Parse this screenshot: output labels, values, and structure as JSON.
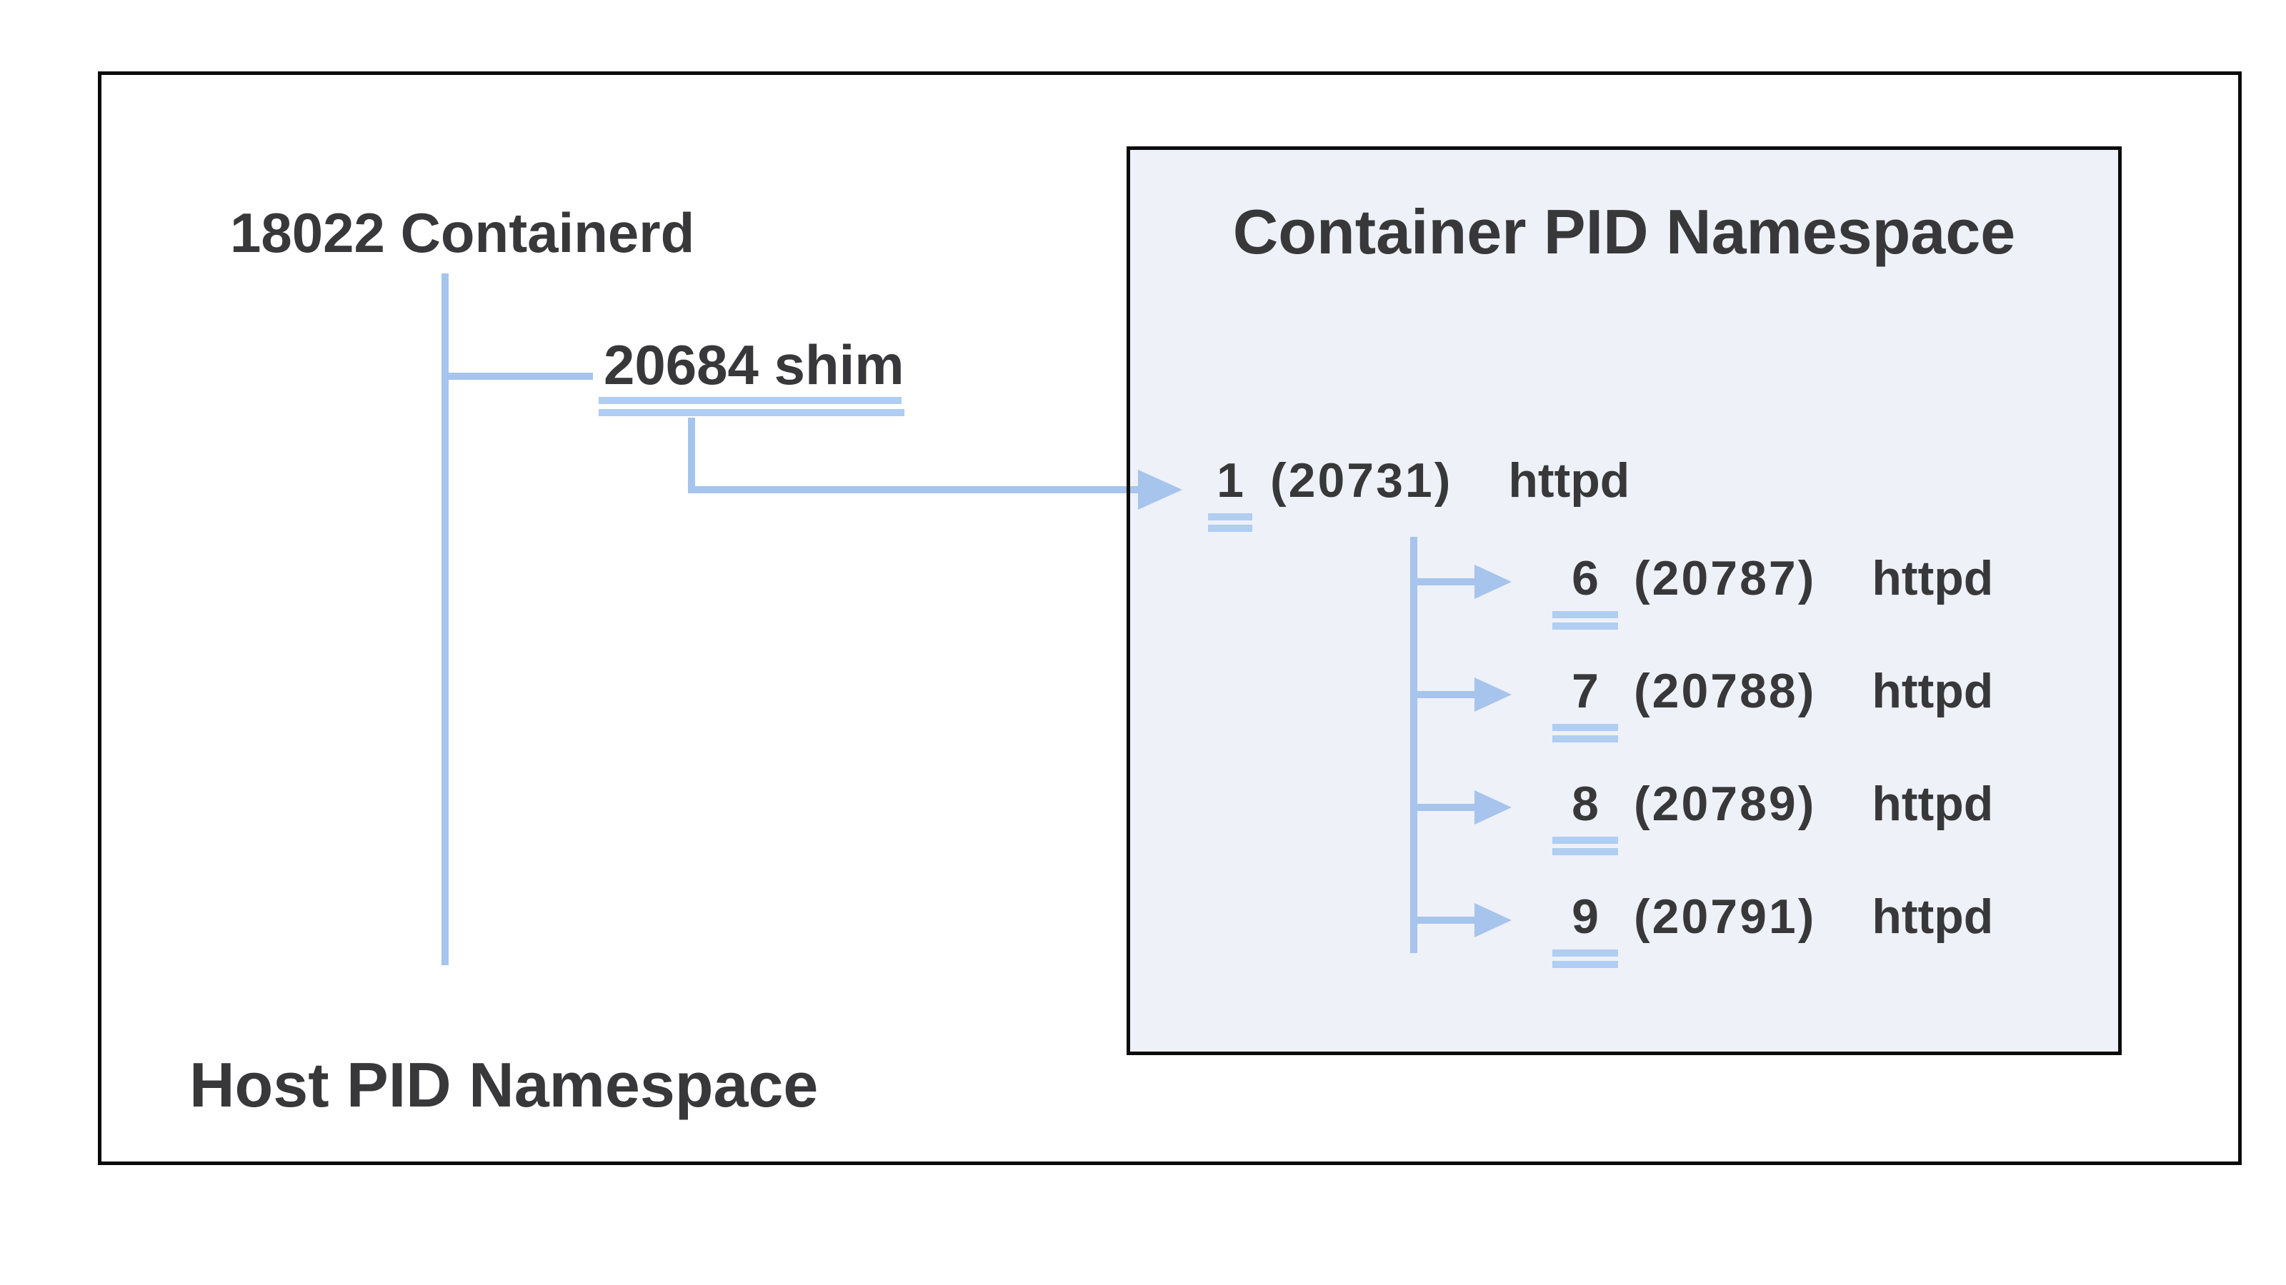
{
  "host": {
    "label": "Host PID Namespace",
    "containerd_label": "18022 Containerd",
    "shim_label": "20684 shim"
  },
  "container": {
    "title": "Container PID Namespace",
    "root": {
      "num": "1",
      "host_pid": "(20731)",
      "name": "httpd"
    },
    "children": [
      {
        "num": "6",
        "host_pid": "(20787)",
        "name": "httpd"
      },
      {
        "num": "7",
        "host_pid": "(20788)",
        "name": "httpd"
      },
      {
        "num": "8",
        "host_pid": "(20789)",
        "name": "httpd"
      },
      {
        "num": "9",
        "host_pid": "(20791)",
        "name": "httpd"
      }
    ]
  },
  "colors": {
    "line_blue": "#a6c4ec",
    "underline_blue": "#b0cdf2",
    "text_dark": "#38383a",
    "container_bg": "#eef1f8",
    "border_black": "#0b0b0b"
  }
}
